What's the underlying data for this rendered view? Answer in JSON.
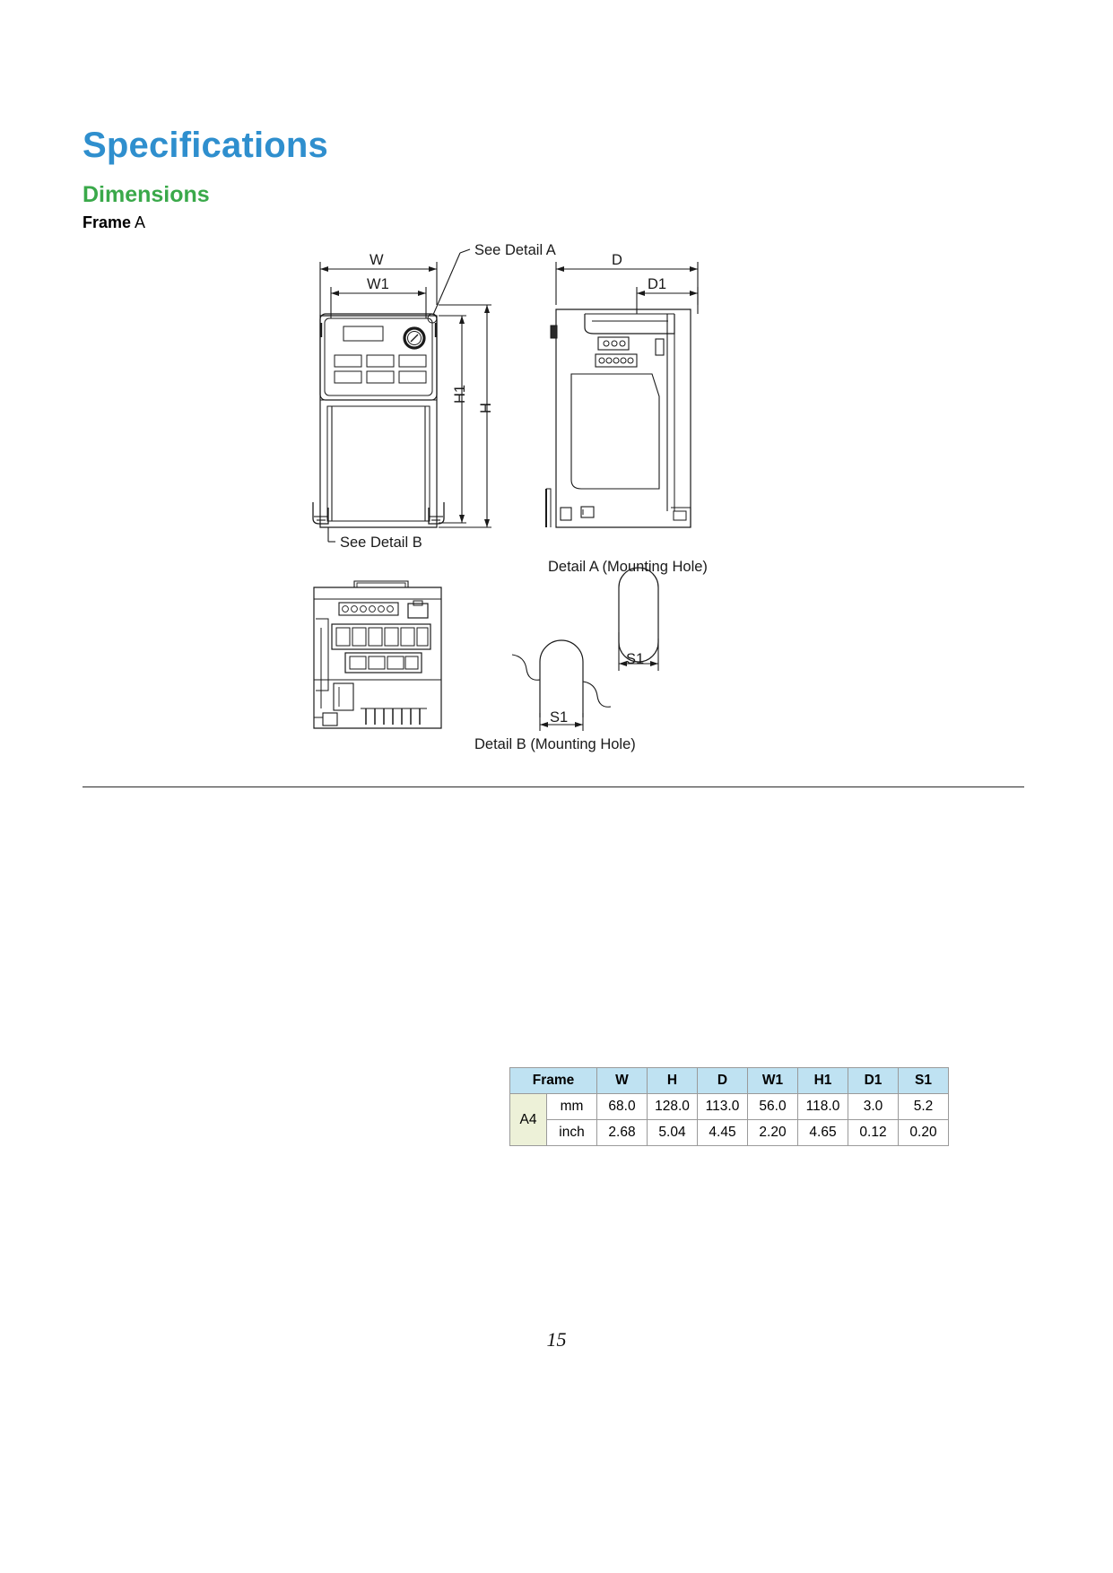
{
  "document": {
    "title": "Specifications",
    "section": "Dimensions",
    "frame_label_bold": "Frame",
    "frame_label_rest": " A",
    "page_number": "15"
  },
  "drawing": {
    "labels": {
      "width": "W",
      "width1": "W1",
      "depth": "D",
      "depth1": "D1",
      "height": "H",
      "height1": "H1",
      "hole_s1_a": "S1",
      "hole_s1_b": "S1",
      "see_detail_a": "See Detail A",
      "see_detail_b": "See Detail B"
    },
    "captions": {
      "detail_a": "Detail A (Mounting Hole)",
      "detail_b": "Detail B (Mounting Hole)"
    }
  },
  "spec_table": {
    "headers": [
      "Frame",
      "W",
      "H",
      "D",
      "W1",
      "H1",
      "D1",
      "S1"
    ],
    "frame": "A4",
    "rows": [
      {
        "unit": "mm",
        "values": [
          "68.0",
          "128.0",
          "113.0",
          "56.0",
          "118.0",
          "3.0",
          "5.2"
        ]
      },
      {
        "unit": "inch",
        "values": [
          "2.68",
          "5.04",
          "4.45",
          "2.20",
          "4.65",
          "0.12",
          "0.20"
        ]
      }
    ]
  },
  "colors": {
    "title_blue": "#2f8fce",
    "section_green": "#3aa94a",
    "table_header_blue": "#bfe2f2",
    "table_frame_cell": "#edf1d8"
  }
}
